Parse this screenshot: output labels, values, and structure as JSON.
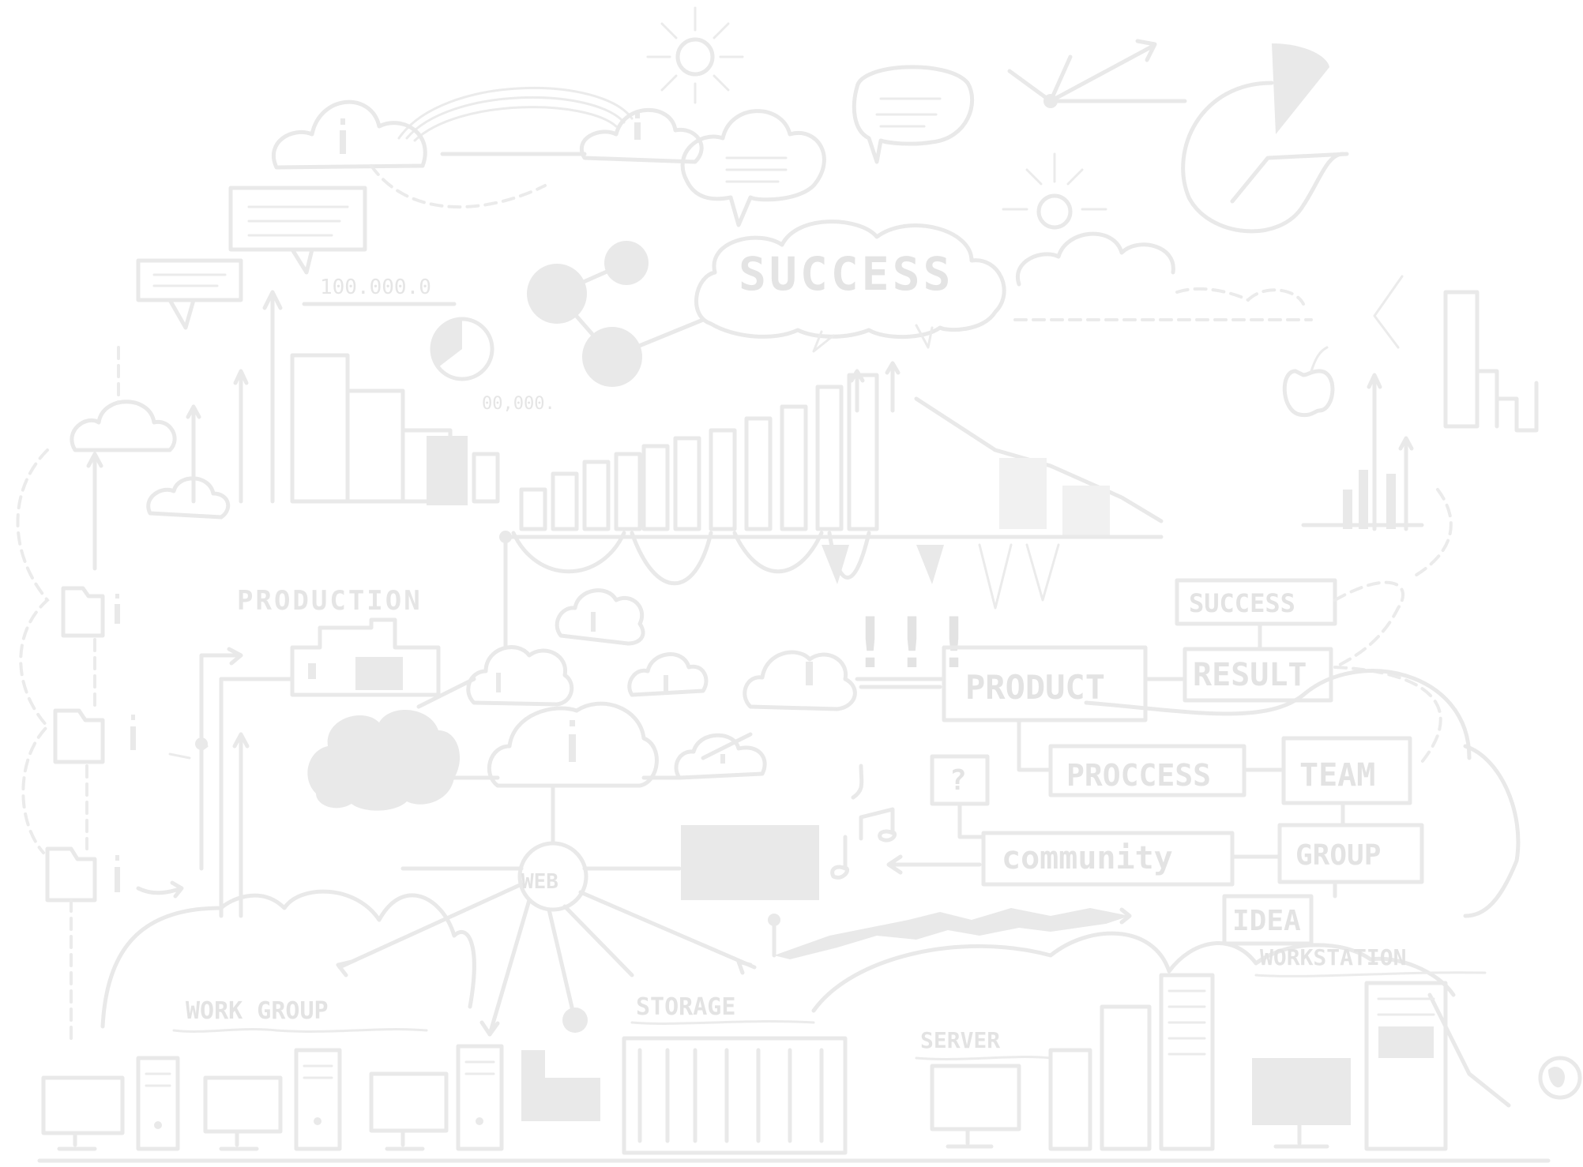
{
  "labels": {
    "success_cloud": "SUCCESS",
    "number_top": "100.000.0",
    "number_small": "00,000.",
    "production": "PRODUCTION",
    "success_box": "SUCCESS",
    "result": "RESULT",
    "product": "PRODUCT",
    "question": "?",
    "process": "PROCCESS",
    "team": "TEAM",
    "community": "community",
    "group": "GROUP",
    "idea": "IDEA",
    "web": "WEB",
    "work_group": "WORK GROUP",
    "storage": "STORAGE",
    "server": "SERVER",
    "workstation": "WORKSTATION",
    "exclaim": "!!!"
  },
  "icons": [
    "sun-icon",
    "cloud-icon",
    "speech-bubble-icon",
    "molecule-icon",
    "pie-chart-icon",
    "bar-chart-icon",
    "folder-icon",
    "info-icon",
    "apple-icon",
    "music-note-icon",
    "monitor-icon",
    "tower-pc-icon",
    "globe-icon",
    "rainbow-icon"
  ],
  "colors": {
    "stroke": "#e9e9e9",
    "background": "#ffffff"
  }
}
